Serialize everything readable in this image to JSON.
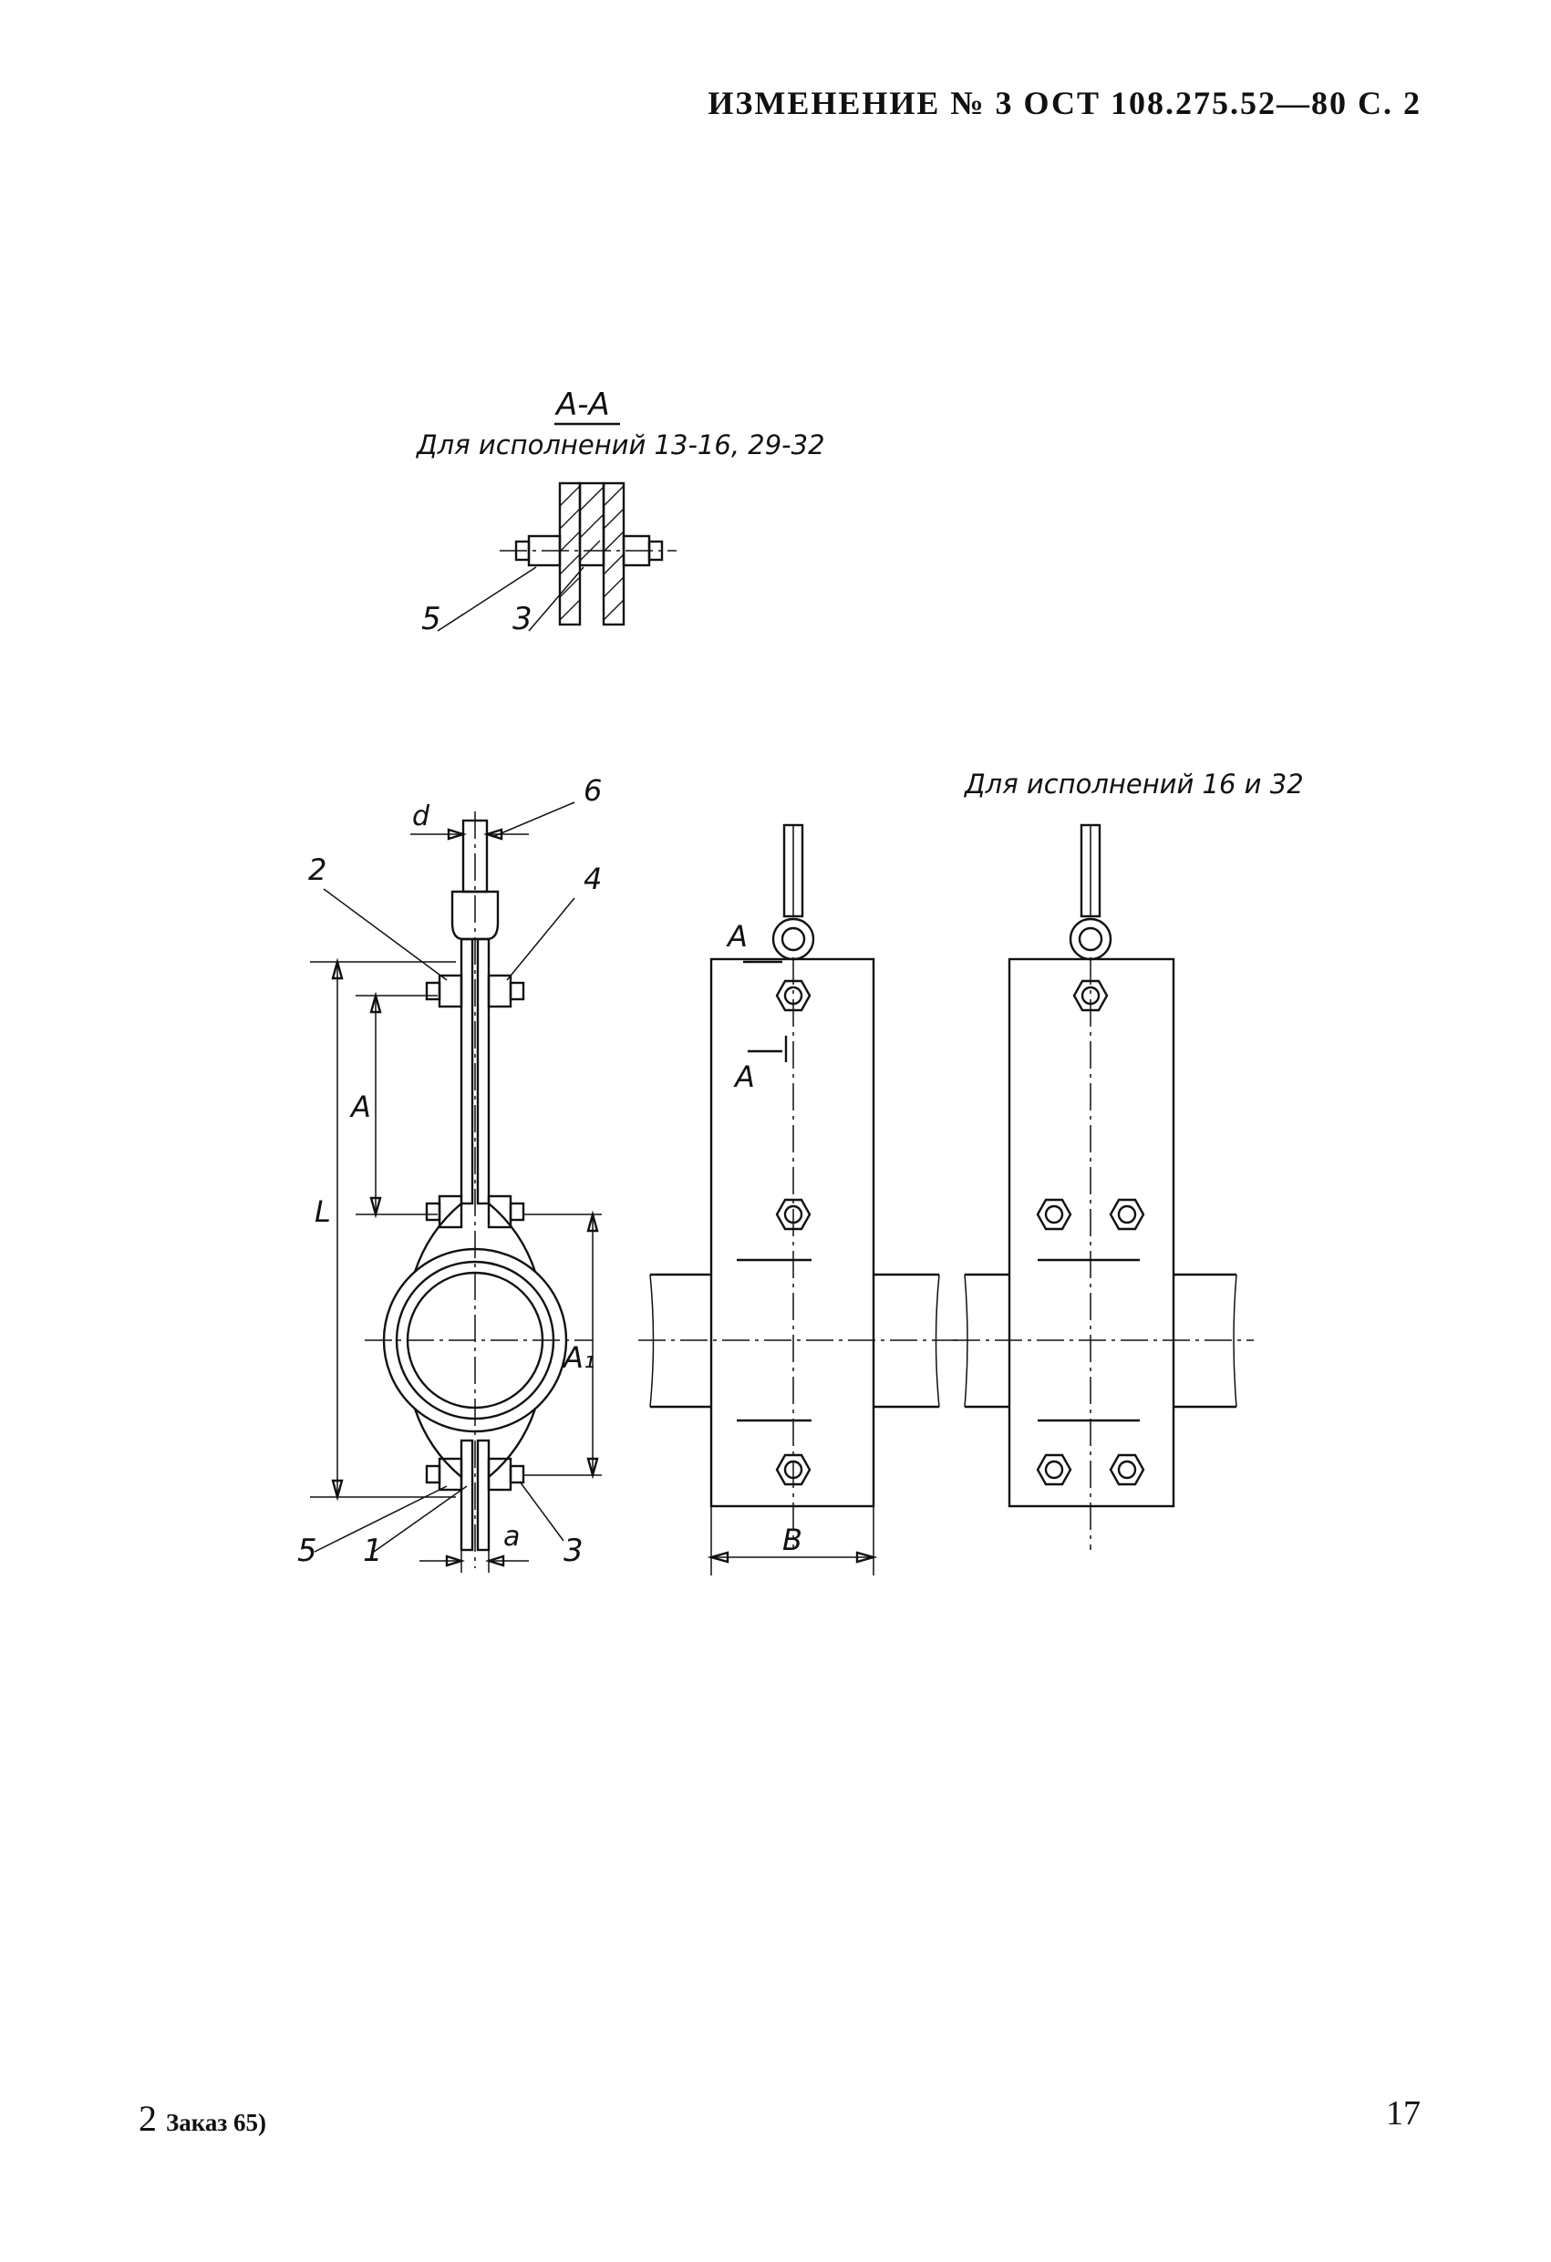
{
  "header": {
    "title": "ИЗМЕНЕНИЕ № 3 ОСТ 108.275.52—80 С. 2"
  },
  "section_view": {
    "title": "А-А",
    "caption": "Для исполнений 13-16, 29-32",
    "callouts": [
      "5",
      "3"
    ]
  },
  "main_view": {
    "labels": {
      "d": "d",
      "part_6": "6",
      "part_2": "2",
      "part_4": "4",
      "dim_A": "А",
      "dim_L": "L",
      "dim_A1": "А₁",
      "part_5": "5",
      "part_1": "1",
      "dim_a": "а",
      "part_3": "3"
    }
  },
  "side_view": {
    "section_mark_top": "А",
    "section_mark_bottom": "А",
    "dim_B": "В"
  },
  "variant_view": {
    "caption": "Для исполнений 16 и 32"
  },
  "footer": {
    "page_prefix": "2",
    "order": "Заказ 65)",
    "page_number": "17"
  }
}
